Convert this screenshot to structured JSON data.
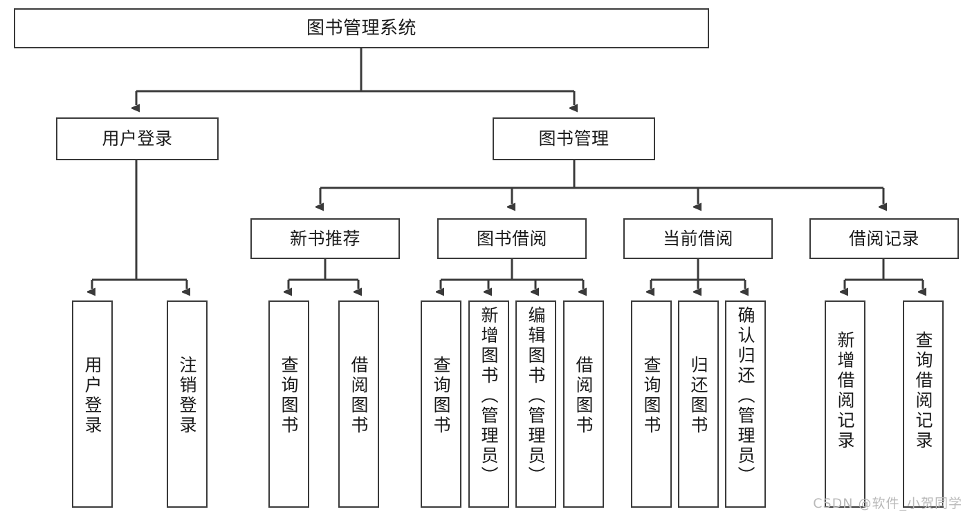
{
  "diagram": {
    "title": "图书管理系统",
    "type": "tree",
    "colors": {
      "box_stroke": "#3a3a3a",
      "box_fill": "#ffffff",
      "edge": "#3a3a3a",
      "text": "#1a1a1a",
      "watermark": "#b9b9b9"
    },
    "root": {
      "id": "root",
      "label": "图书管理系统"
    },
    "level1": [
      {
        "id": "n-user-login",
        "label": "用户登录"
      },
      {
        "id": "n-book-manage",
        "label": "图书管理"
      }
    ],
    "level2": [
      {
        "id": "n-new-book-rec",
        "label": "新书推荐"
      },
      {
        "id": "n-book-borrow",
        "label": "图书借阅"
      },
      {
        "id": "n-current-borrow",
        "label": "当前借阅"
      },
      {
        "id": "n-borrow-record",
        "label": "借阅记录"
      }
    ],
    "leaves": [
      {
        "id": "leaf-user-login",
        "label": "用户登录",
        "parent": "n-user-login"
      },
      {
        "id": "leaf-user-logout",
        "label": "注销登录",
        "parent": "n-user-login"
      },
      {
        "id": "leaf-query-book-1",
        "label": "查询图书",
        "parent": "n-new-book-rec"
      },
      {
        "id": "leaf-borrow-book-1",
        "label": "借阅图书",
        "parent": "n-new-book-rec"
      },
      {
        "id": "leaf-query-book-2",
        "label": "查询图书",
        "parent": "n-book-borrow"
      },
      {
        "id": "leaf-add-book",
        "label": "新增图书（管理员）",
        "parent": "n-book-borrow"
      },
      {
        "id": "leaf-edit-book",
        "label": "编辑图书（管理员）",
        "parent": "n-book-borrow"
      },
      {
        "id": "leaf-borrow-book-2",
        "label": "借阅图书",
        "parent": "n-book-borrow"
      },
      {
        "id": "leaf-query-book-3",
        "label": "查询图书",
        "parent": "n-current-borrow"
      },
      {
        "id": "leaf-return-book",
        "label": "归还图书",
        "parent": "n-current-borrow"
      },
      {
        "id": "leaf-confirm-return",
        "label": "确认归还（管理员）",
        "parent": "n-current-borrow"
      },
      {
        "id": "leaf-add-record",
        "label": "新增借阅记录",
        "parent": "n-borrow-record"
      },
      {
        "id": "leaf-query-record",
        "label": "查询借阅记录",
        "parent": "n-borrow-record"
      }
    ]
  },
  "watermark": "CSDN @软件_小贺同学"
}
